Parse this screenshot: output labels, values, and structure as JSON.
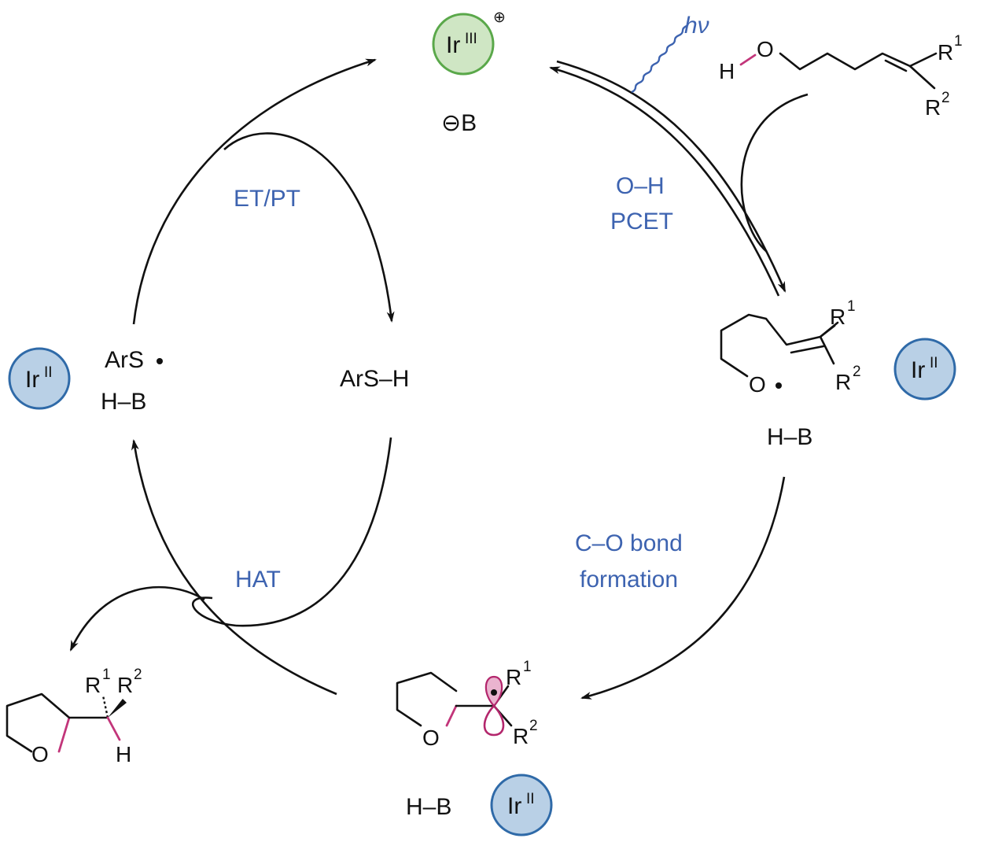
{
  "catalyst": {
    "ir3": {
      "symbol": "Ir",
      "ox": "III",
      "charge": "⊕"
    },
    "ir2": {
      "symbol": "Ir",
      "ox": "II"
    },
    "base": "⊖B"
  },
  "labels": {
    "hv": "hν",
    "pcet_line1": "O–H",
    "pcet_line2": "PCET",
    "et_pt": "ET/PT",
    "co_line1": "C–O bond",
    "co_line2": "formation",
    "hat": "HAT"
  },
  "species": {
    "arsh": "ArS–H",
    "ars_radical": "ArS",
    "hb": "H–B",
    "substrate": {
      "h": "H",
      "o": "O",
      "r1": "R",
      "r1_sup": "1",
      "r2": "R",
      "r2_sup": "2"
    },
    "alkoxy": {
      "o": "O",
      "r1": "R",
      "r1_sup": "1",
      "r2": "R",
      "r2_sup": "2"
    },
    "c_radical": {
      "o": "O",
      "r1": "R",
      "r1_sup": "1",
      "r2": "R",
      "r2_sup": "2"
    },
    "product": {
      "o": "O",
      "h": "H",
      "r1": "R",
      "r1_sup": "1",
      "r2": "R",
      "r2_sup": "2"
    }
  },
  "colors": {
    "label_blue": "#3d63b0",
    "ir3_fill": "#cfe6c4",
    "ir3_stroke": "#5aa84a",
    "ir2_fill": "#b9d0e6",
    "ir2_stroke": "#2f6aa8",
    "pink_bond": "#c2357a",
    "orbital_fill": "#eab4cf",
    "orbital_stroke": "#b3266c"
  }
}
